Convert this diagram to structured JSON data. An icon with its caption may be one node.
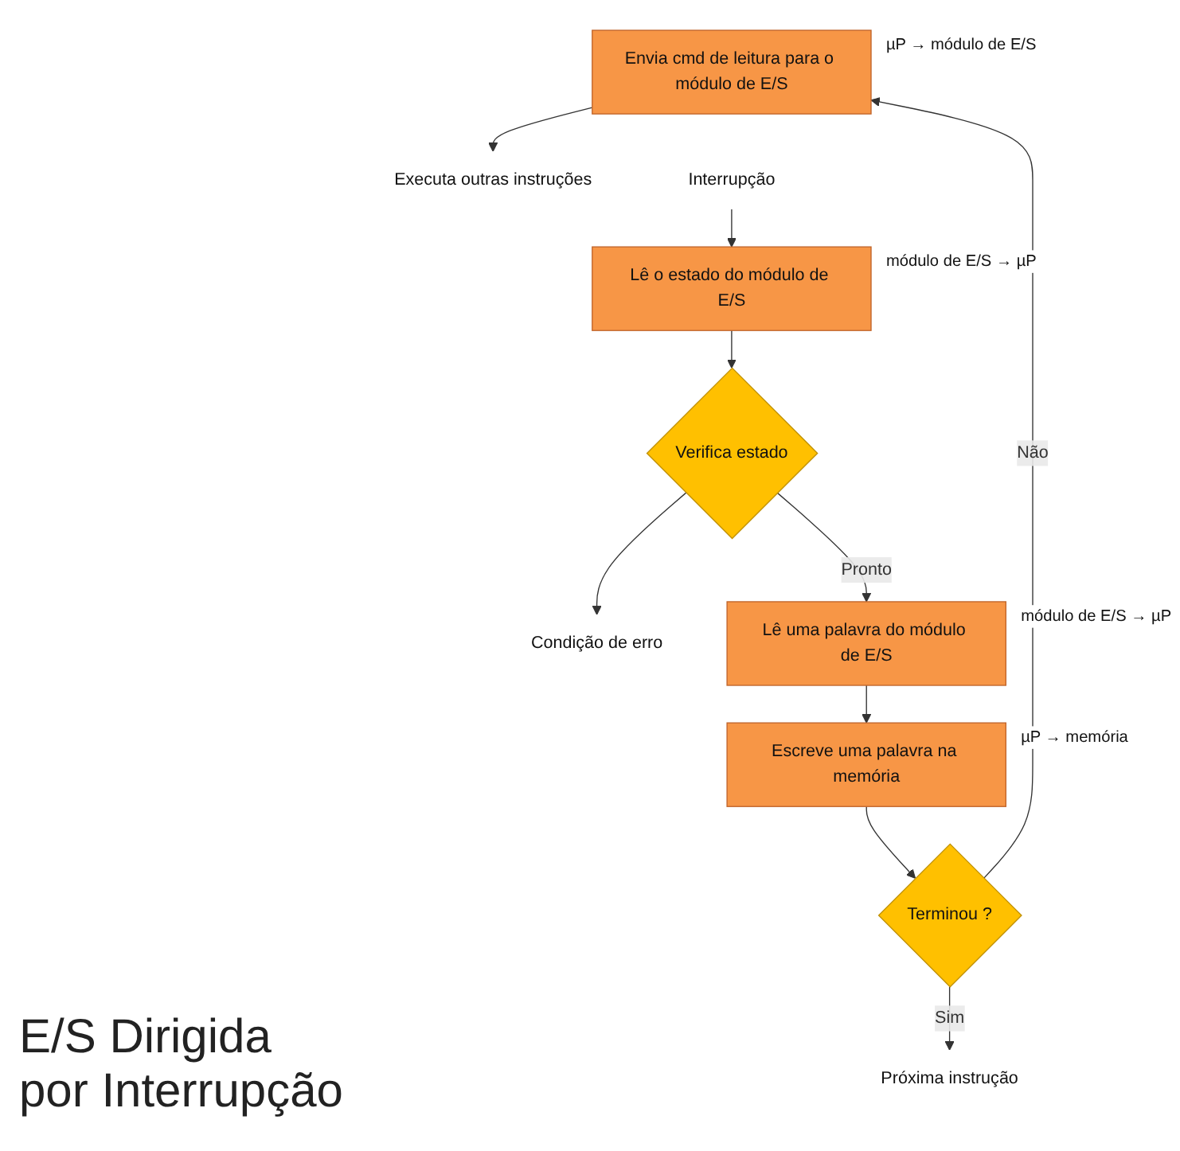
{
  "diagram": {
    "title": "E/S Dirigida por Interrupção",
    "nodes": [
      {
        "text": [
          "Envia cmd de leitura para o módulo de E/S"
        ],
        "beside": [
          "µP → módulo de E/S"
        ]
      },
      {
        "text": [
          "Executa outras instruções"
        ]
      },
      {
        "text": [
          "Lê o estado do módulo de E/S"
        ],
        "beside": [
          "módulo de E/S → µP"
        ]
      },
      {
        "text": [
          "Interrupção"
        ]
      },
      {
        "text": [
          "Verifica estado"
        ]
      },
      {
        "text": [
          "Condição de erro"
        ]
      },
      {
        "text": [
          "Lê uma palavra do módulo de E/S"
        ],
        "beside": [
          "módulo de E/S → µP"
        ]
      },
      {
        "text": [
          "Escreve uma palavra na memória"
        ],
        "beside": [
          "µP → memória"
        ]
      },
      {
        "text": [
          "Terminou ?"
        ]
      },
      {
        "text": [
          "Próxima instrução"
        ]
      }
    ],
    "edges": [
      {
        "from": 0,
        "to": 1,
        "arrow": "to"
      },
      {
        "from": 3,
        "to": 2,
        "arrow": "to"
      },
      {
        "from": 2,
        "to": 4,
        "arrow": "to"
      },
      {
        "from": 4,
        "to": 5,
        "arrow": "to"
      },
      {
        "from": 4,
        "to": 6,
        "arrow": "to",
        "label": "Pronto"
      },
      {
        "from": 6,
        "to": 7,
        "arrow": "to"
      },
      {
        "from": 7,
        "to": 8,
        "arrow": "to"
      },
      {
        "from": 8,
        "to": 0,
        "arrow": "to",
        "label": "Não"
      },
      {
        "from": 8,
        "to": 9,
        "arrow": "to",
        "label": "Sim"
      }
    ]
  }
}
